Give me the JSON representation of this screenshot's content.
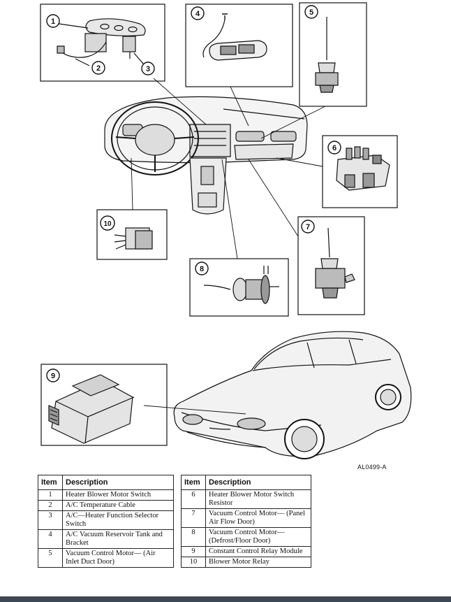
{
  "figure_code": "AL0499-A",
  "callouts": [
    "1",
    "2",
    "3",
    "4",
    "5",
    "6",
    "7",
    "8",
    "9",
    "10"
  ],
  "table": {
    "header_item": "Item",
    "header_description": "Description",
    "left_rows": [
      {
        "item": "1",
        "description": "Heater Blower Motor Switch"
      },
      {
        "item": "2",
        "description": "A/C Temperature Cable"
      },
      {
        "item": "3",
        "description": "A/C—Heater Function Selector Switch"
      },
      {
        "item": "4",
        "description": "A/C Vacuum Reservoir Tank and Bracket"
      },
      {
        "item": "5",
        "description": "Vacuum Control Motor— (Air Inlet Duct Door)"
      }
    ],
    "right_rows": [
      {
        "item": "6",
        "description": "Heater Blower Motor Switch Resistor"
      },
      {
        "item": "7",
        "description": "Vacuum Control Motor— (Panel Air Flow Door)"
      },
      {
        "item": "8",
        "description": "Vacuum Control Motor— (Defrost/Floor Door)"
      },
      {
        "item": "9",
        "description": "Constant Control Relay Module"
      },
      {
        "item": "10",
        "description": "Blower Motor Relay"
      }
    ]
  }
}
